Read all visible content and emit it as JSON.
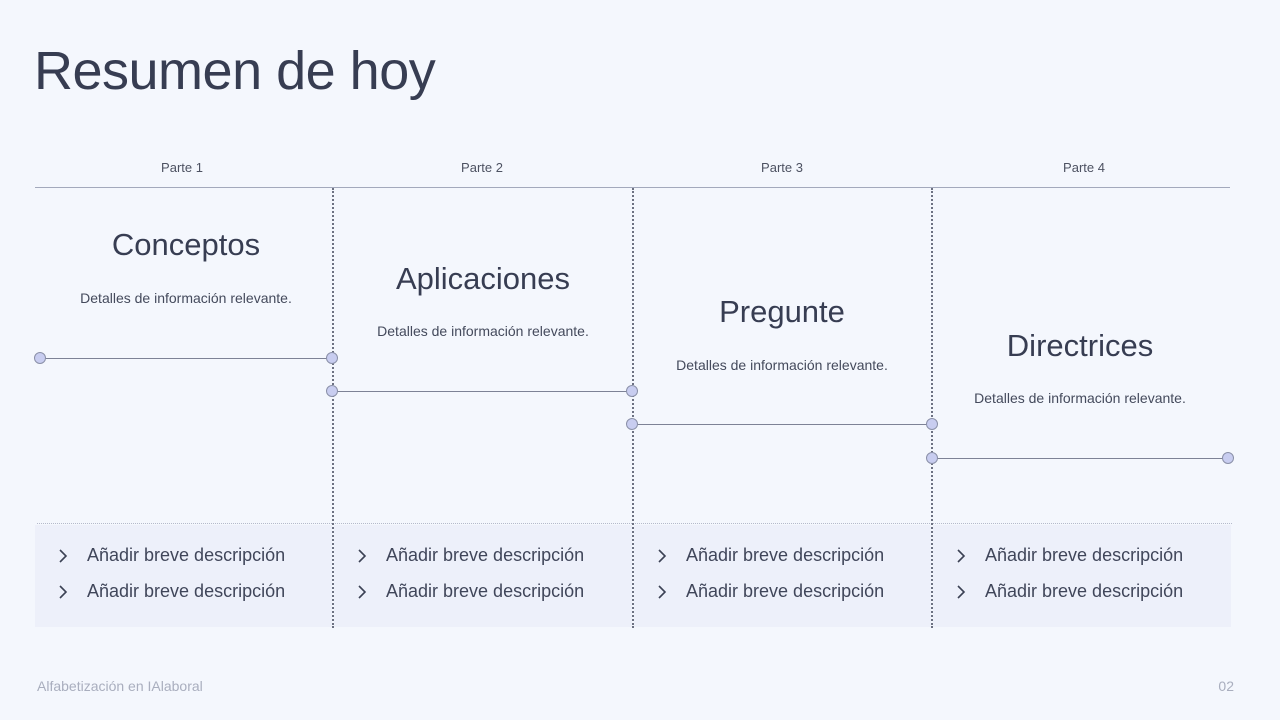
{
  "slide": {
    "title": "Resumen de hoy",
    "footer_left": "Alfabetización en IAlaboral",
    "page_number": "02"
  },
  "colors": {
    "background": "#f4f7fd",
    "title_text": "#373d52",
    "node_fill": "#c8cdf0",
    "bullet_box": "#edf0fa"
  },
  "parts": [
    {
      "label": "Parte 1",
      "title": "Conceptos",
      "description": "Detalles de información relevante.",
      "bullets": [
        "Añadir breve descripción",
        "Añadir breve descripción"
      ]
    },
    {
      "label": "Parte 2",
      "title": "Aplicaciones",
      "description": "Detalles de información relevante.",
      "bullets": [
        "Añadir breve descripción",
        "Añadir breve descripción"
      ]
    },
    {
      "label": "Parte 3",
      "title": "Pregunte",
      "description": "Detalles de información relevante.",
      "bullets": [
        "Añadir breve descripción",
        "Añadir breve descripción"
      ]
    },
    {
      "label": "Parte 4",
      "title": "Directrices",
      "description": "Detalles de información relevante.",
      "bullets": [
        "Añadir breve descripción",
        "Añadir breve descripción"
      ]
    }
  ]
}
